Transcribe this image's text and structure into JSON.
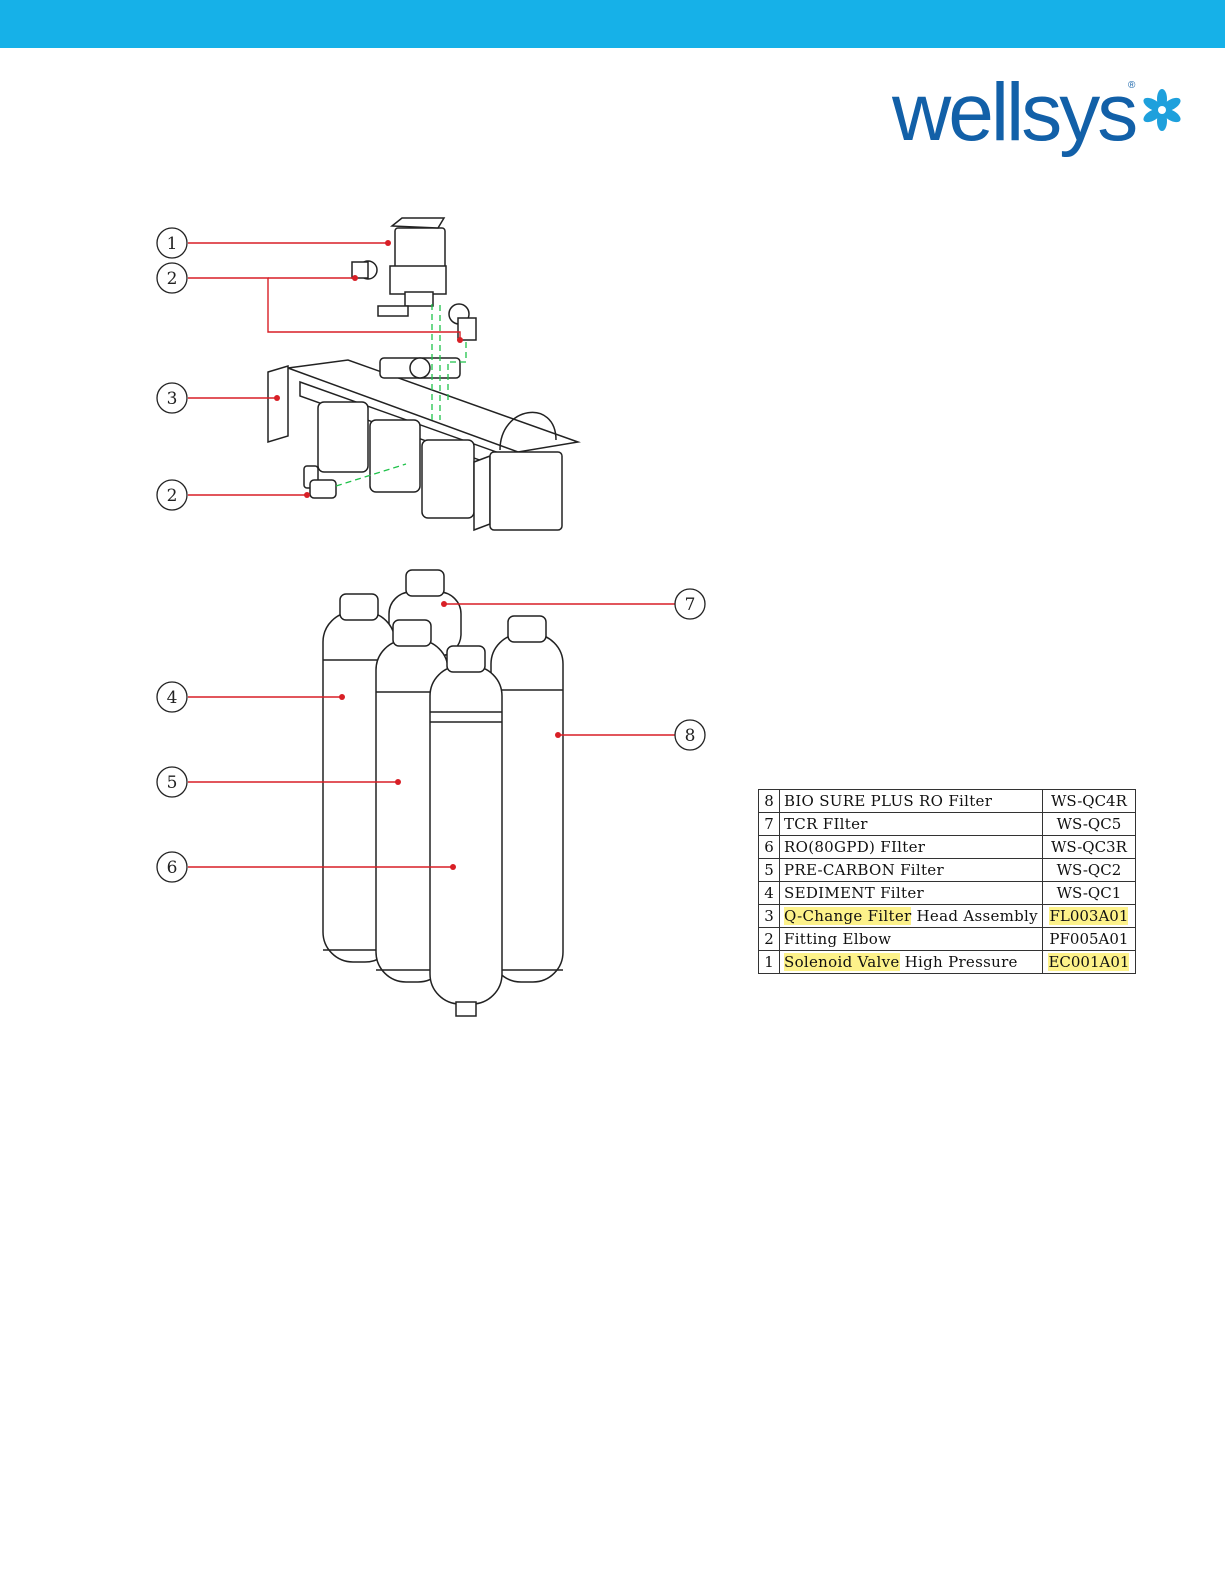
{
  "logo": {
    "text": "wellsys",
    "registered": "®"
  },
  "callouts": [
    "1",
    "2",
    "3",
    "2",
    "4",
    "5",
    "6",
    "7",
    "8"
  ],
  "parts": [
    {
      "num": "8",
      "pre": "BIO SURE PLUS RO Filter",
      "hl": "",
      "post": "",
      "code": "WS-QC4R",
      "code_hl": false
    },
    {
      "num": "7",
      "pre": "TCR FIlter",
      "hl": "",
      "post": "",
      "code": "WS-QC5",
      "code_hl": false
    },
    {
      "num": "6",
      "pre": "RO(80GPD) FIlter",
      "hl": "",
      "post": "",
      "code": "WS-QC3R",
      "code_hl": false
    },
    {
      "num": "5",
      "pre": "PRE-CARBON Filter",
      "hl": "",
      "post": "",
      "code": "WS-QC2",
      "code_hl": false
    },
    {
      "num": "4",
      "pre": "SEDIMENT Filter",
      "hl": "",
      "post": "",
      "code": "WS-QC1",
      "code_hl": false
    },
    {
      "num": "3",
      "pre": "",
      "hl": "Q-Change Filter",
      "post": " Head Assembly",
      "code": "FL003A01",
      "code_hl": true
    },
    {
      "num": "2",
      "pre": "Fitting Elbow",
      "hl": "",
      "post": "",
      "code": "PF005A01",
      "code_hl": false
    },
    {
      "num": "1",
      "pre": "",
      "hl": "Solenoid Valve",
      "post": " High Pressure",
      "code": "EC001A01",
      "code_hl": true
    }
  ],
  "colors": {
    "topbar": "#16b1e8",
    "logo": "#1260a8",
    "leader": "#d81f26",
    "highlight": "#fdf28a"
  }
}
